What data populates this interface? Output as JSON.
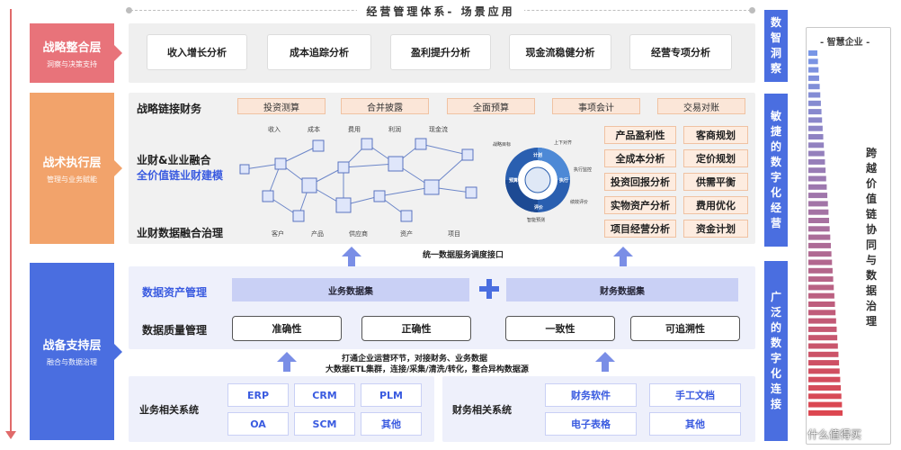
{
  "top_title": "经营管理体系-  场景应用",
  "layers": {
    "strategy": {
      "name": "战略整合层",
      "sub": "洞察与决策支持",
      "color": "#e8737a"
    },
    "tactic": {
      "name": "战术执行层",
      "sub": "管理与业务赋能",
      "color": "#f2a36b"
    },
    "support": {
      "name": "战备支持层",
      "sub": "融合与数据治理",
      "color": "#4a6ee0"
    }
  },
  "strategy_items": [
    "收入增长分析",
    "成本追踪分析",
    "盈利提升分析",
    "现金流稳健分析",
    "经营专项分析"
  ],
  "tactic": {
    "title": "战略链接财务",
    "tags": [
      "投资测算",
      "合并披露",
      "全面预算",
      "事项会计",
      "交易对账"
    ],
    "fusion_title": "业财&业业融合",
    "fusion_sub": "全价值链业财建模",
    "gov_title": "业财数据融合治理",
    "network_top_labels": [
      "收入",
      "成本",
      "费用",
      "利润",
      "现金流"
    ],
    "network_bottom_labels": [
      "客户",
      "产品",
      "供应商",
      "资产",
      "项目"
    ],
    "wheel_labels": [
      "上下对齐",
      "执行监控",
      "绩效评价",
      "智能预测",
      "战略目标",
      "计划",
      "执行",
      "评价",
      "预算"
    ],
    "analysis": [
      [
        "产品盈利性",
        "客商规划"
      ],
      [
        "全成本分析",
        "定价规划"
      ],
      [
        "投资回报分析",
        "供需平衡"
      ],
      [
        "实物资产分析",
        "费用优化"
      ],
      [
        "项目经营分析",
        "资金计划"
      ]
    ]
  },
  "unified_interface": "统一数据服务调度接口",
  "data_asset": {
    "title": "数据资产管理",
    "biz_dataset": "业务数据集",
    "fin_dataset": "财务数据集"
  },
  "data_quality": {
    "title": "数据质量管理",
    "items": [
      "准确性",
      "正确性",
      "一致性",
      "可追溯性"
    ]
  },
  "notes": [
    "打通企业运营环节，对接财务、业务数据",
    "大数据ETL集群，连接/采集/清洗/转化，整合异构数据源"
  ],
  "biz_systems": {
    "title": "业务相关系统",
    "items": [
      "ERP",
      "CRM",
      "PLM",
      "OA",
      "SCM",
      "其他"
    ]
  },
  "fin_systems": {
    "title": "财务相关系统",
    "items": [
      "财务软件",
      "手工文档",
      "电子表格",
      "其他"
    ]
  },
  "right_bars": [
    "数智洞察",
    "敏捷的数字化经营",
    "广泛的数字化连接"
  ],
  "smart_enterprise": {
    "title": "- 智慧企业 -",
    "text": "跨越价值链协同与数据治理"
  },
  "watermark": "什么值得买"
}
